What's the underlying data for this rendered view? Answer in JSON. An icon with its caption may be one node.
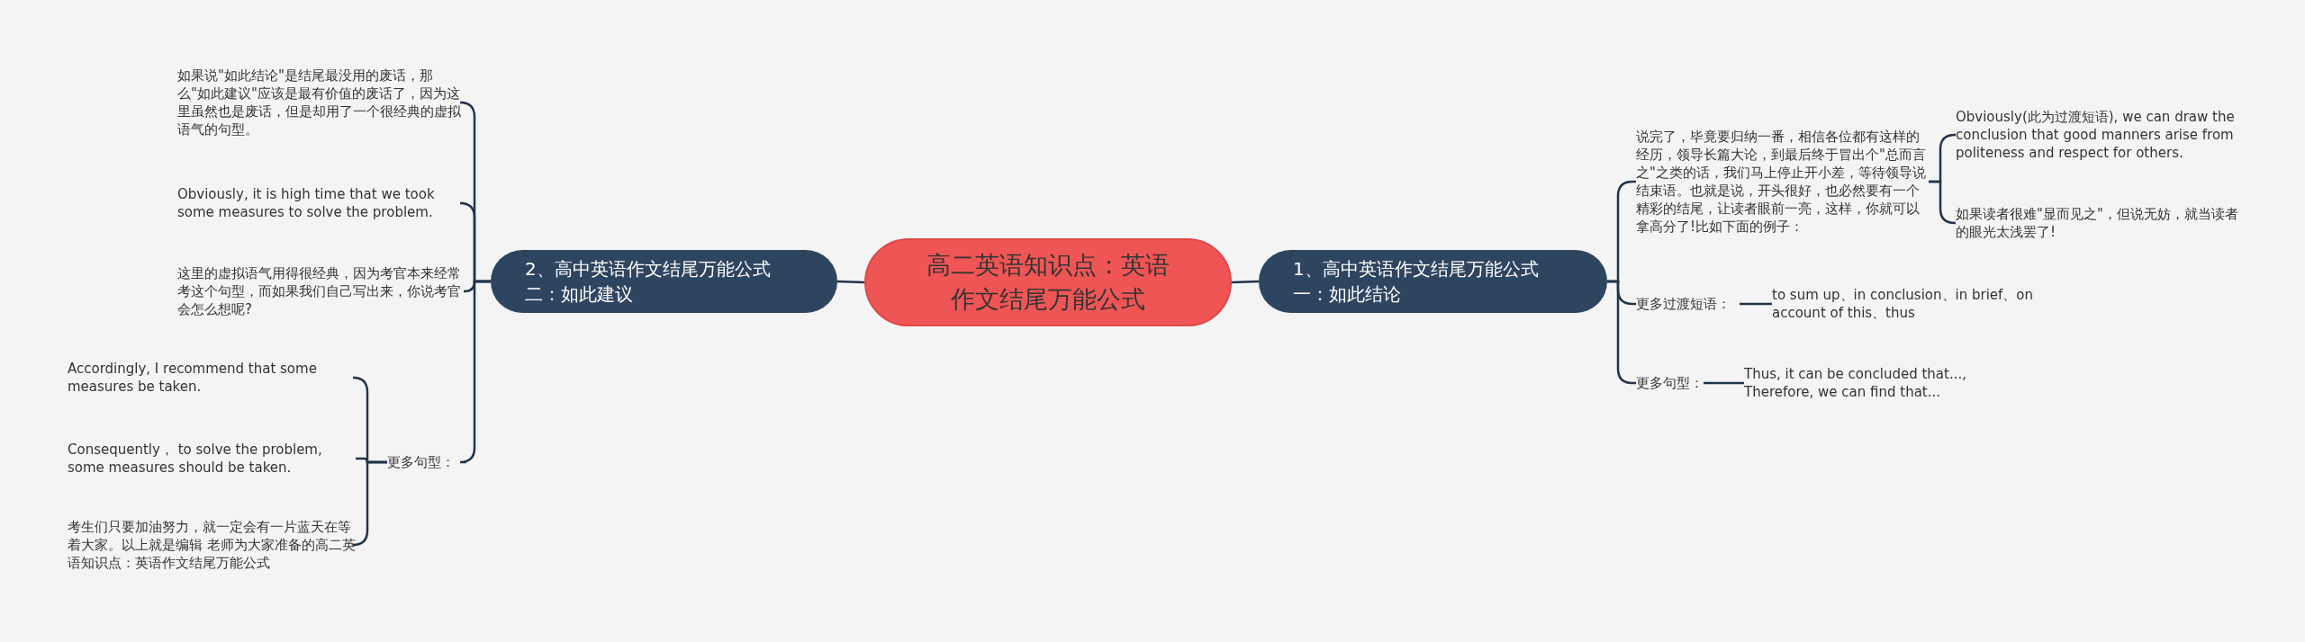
{
  "diagram": {
    "nodes": [
      {
        "text": [
          "高二英语知识点：英语作文结尾万能公式"
        ]
      },
      {
        "text": [
          "1、高中英语作文结尾万能公式一：如此结论"
        ]
      },
      {
        "text": [
          "2、高中英语作文结尾万能公式二：如此建议"
        ]
      },
      {
        "text": [
          "说完了，毕竟要归纳一番，相信各位都有这样的经历，领导长篇大论，到最后终于冒出个\"总而言之\"之类的话，我们马上停止开小差，等待领导说结束语。也就是说，开头很好，也必然要有一个精彩的结尾，让读者眼前一亮，这样，你就可以拿高分了!比如下面的例子："
        ]
      },
      {
        "text": [
          "Obviously(此为过渡短语), we can draw the conclusion that good manners arise from politeness and respect for others."
        ]
      },
      {
        "text": [
          "如果读者很难\"显而见之\"，但说无妨，就当读者的眼光太浅罢了!"
        ]
      },
      {
        "text": [
          "更多过渡短语："
        ]
      },
      {
        "text": [
          "to sum up、in conclusion、in brief、on account of this、thus"
        ]
      },
      {
        "text": [
          "更多句型："
        ]
      },
      {
        "text": [
          "Thus, it can be concluded that..., Therefore, we can find that..."
        ]
      },
      {
        "text": [
          "如果说\"如此结论\"是结尾最没用的废话，那么\"如此建议\"应该是最有价值的废话了，因为这里虽然也是废话，但是却用了一个很经典的虚拟语气的句型。"
        ]
      },
      {
        "text": [
          "Obviously, it is high time that we took some measures to solve the problem."
        ]
      },
      {
        "text": [
          "这里的虚拟语气用得很经典，因为考官本来经常考这个句型，而如果我们自己写出来，你说考官会怎么想呢?"
        ]
      },
      {
        "text": [
          "更多句型："
        ]
      },
      {
        "text": [
          "Accordingly, I recommend that some measures be taken."
        ]
      },
      {
        "text": [
          "Consequently， to solve the problem, some measures should be taken."
        ]
      },
      {
        "text": [
          "考生们只要加油努力，就一定会有一片蓝天在等着大家。以上就是编辑 老师为大家准备的高二英语知识点：英语作文结尾万能公式"
        ]
      }
    ],
    "edges": [
      {
        "from": 0,
        "to": 1,
        "arrow": "none"
      },
      {
        "from": 0,
        "to": 2,
        "arrow": "none"
      },
      {
        "from": 1,
        "to": 3,
        "arrow": "none"
      },
      {
        "from": 1,
        "to": 6,
        "arrow": "none"
      },
      {
        "from": 1,
        "to": 8,
        "arrow": "none"
      },
      {
        "from": 3,
        "to": 4,
        "arrow": "none"
      },
      {
        "from": 3,
        "to": 5,
        "arrow": "none"
      },
      {
        "from": 6,
        "to": 7,
        "arrow": "none"
      },
      {
        "from": 8,
        "to": 9,
        "arrow": "none"
      },
      {
        "from": 2,
        "to": 10,
        "arrow": "none"
      },
      {
        "from": 2,
        "to": 11,
        "arrow": "none"
      },
      {
        "from": 2,
        "to": 12,
        "arrow": "none"
      },
      {
        "from": 2,
        "to": 13,
        "arrow": "none"
      },
      {
        "from": 13,
        "to": 14,
        "arrow": "none"
      },
      {
        "from": 13,
        "to": 15,
        "arrow": "none"
      },
      {
        "from": 13,
        "to": 16,
        "arrow": "none"
      }
    ]
  }
}
